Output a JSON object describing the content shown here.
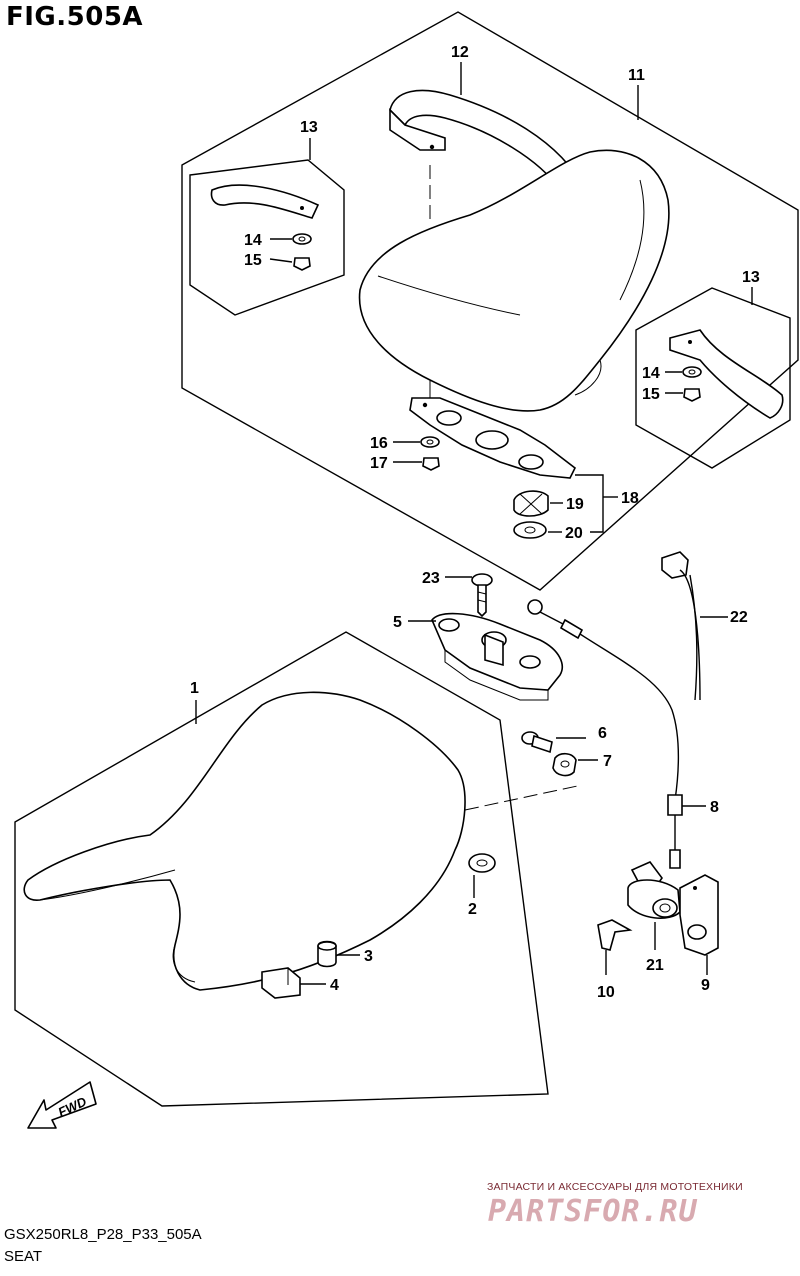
{
  "figure": {
    "title": "FIG.505A",
    "code": "GSX250RL8_P28_P33_505A",
    "name": "SEAT"
  },
  "direction_marker": "FWD",
  "callouts": [
    "1",
    "2",
    "3",
    "4",
    "5",
    "6",
    "7",
    "8",
    "9",
    "10",
    "11",
    "12",
    "13",
    "13",
    "14",
    "14",
    "15",
    "15",
    "16",
    "17",
    "18",
    "19",
    "20",
    "21",
    "22",
    "23"
  ],
  "watermark": {
    "tagline": "ЗАПЧАСТИ И АКСЕССУАРЫ ДЛЯ МОТОТЕХНИКИ",
    "logo": "PARTSFOR.RU"
  }
}
